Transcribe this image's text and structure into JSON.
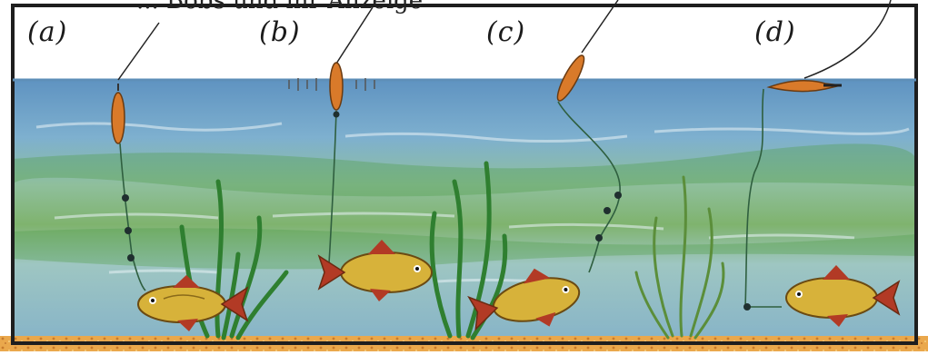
{
  "caption": "... Bobs und ihr Anzeige",
  "panels": [
    {
      "id": "a",
      "label": "(a)"
    },
    {
      "id": "b",
      "label": "(b)"
    },
    {
      "id": "c",
      "label": "(c)"
    },
    {
      "id": "d",
      "label": "(d)"
    }
  ],
  "colors": {
    "sky": "#ffffff",
    "water_top": "#6f9fc6",
    "water_mid": "#8bb7a6",
    "water_green": "#6fae6a",
    "sand": "#e8a64a",
    "frame": "#1e1e1e",
    "fish_body": "#d7b23a",
    "fish_fin": "#b23a25",
    "weed": "#3d8f3a",
    "float": "#d97a2a"
  }
}
